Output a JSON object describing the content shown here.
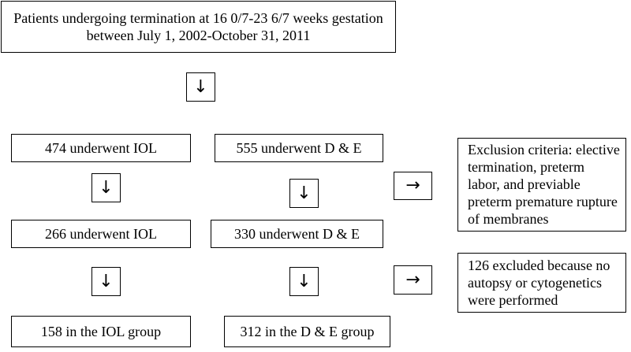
{
  "top": {
    "line1": "Patients undergoing termination at 16 0/7-23 6/7 weeks gestation",
    "line2": "between July 1, 2002-October 31, 2011"
  },
  "arrows": {
    "down": "↓",
    "right": "→"
  },
  "iol": {
    "step1": "474 underwent IOL",
    "step2": "266 underwent IOL",
    "step3": "158 in the IOL group"
  },
  "de": {
    "step1": "555 underwent D & E",
    "step2": "330 underwent D & E",
    "step3": "312 in the D & E group"
  },
  "exclusion1": {
    "lines": [
      "Exclusion criteria: elective",
      "termination, preterm",
      "labor, and previable",
      "preterm premature rupture",
      "of membranes"
    ]
  },
  "exclusion2": {
    "lines": [
      "126 excluded because no",
      "autopsy or cytogenetics",
      "were performed"
    ]
  }
}
